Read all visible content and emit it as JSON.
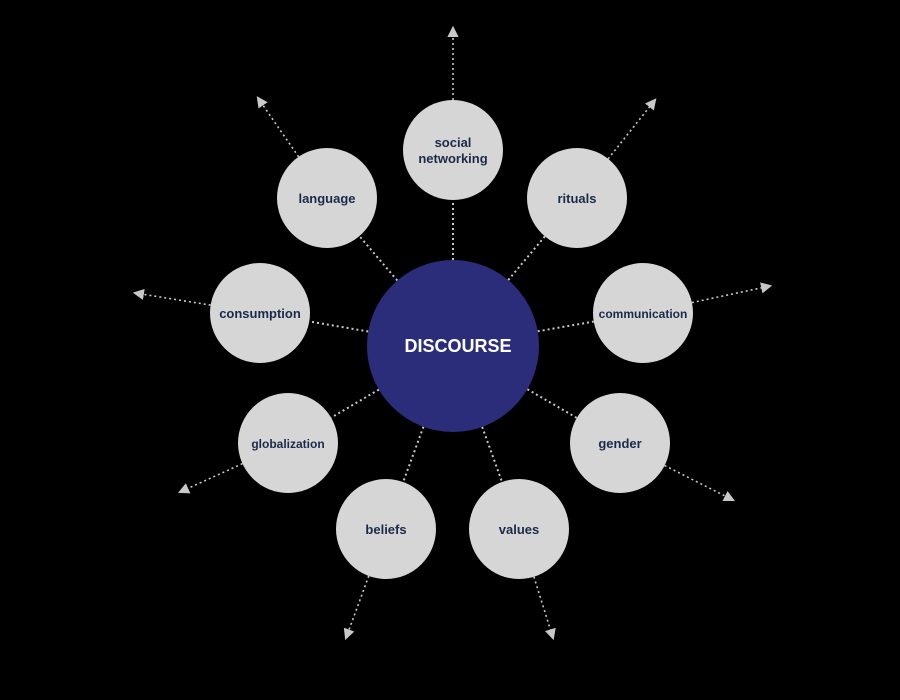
{
  "diagram": {
    "center": {
      "label": "DISCOURSE",
      "fill": "#2b2d7b"
    },
    "node_fill": "#d6d6d6",
    "connector_color": "#c8c8c8",
    "background": "#000000",
    "nodes": [
      {
        "id": "social-networking",
        "lines": [
          "social",
          "networking"
        ]
      },
      {
        "id": "rituals",
        "lines": [
          "rituals"
        ]
      },
      {
        "id": "communication",
        "lines": [
          "communication"
        ]
      },
      {
        "id": "gender",
        "lines": [
          "gender"
        ]
      },
      {
        "id": "values",
        "lines": [
          "values"
        ]
      },
      {
        "id": "beliefs",
        "lines": [
          "beliefs"
        ]
      },
      {
        "id": "globalization",
        "lines": [
          "globalization"
        ]
      },
      {
        "id": "consumption",
        "lines": [
          "consumption"
        ]
      },
      {
        "id": "language",
        "lines": [
          "language"
        ]
      }
    ]
  }
}
